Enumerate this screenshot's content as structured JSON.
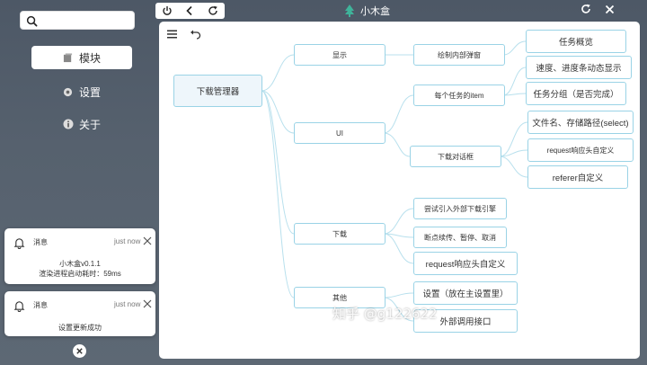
{
  "sidebar": {
    "search": {
      "value": "",
      "placeholder": ""
    },
    "items": [
      {
        "label": "模块",
        "icon": "cube-icon",
        "active": true
      },
      {
        "label": "设置",
        "icon": "gear-icon",
        "active": false
      },
      {
        "label": "关于",
        "icon": "info-icon",
        "active": false
      }
    ]
  },
  "notifications": [
    {
      "title": "消息",
      "time": "just now",
      "lines": [
        "小木盒v0.1.1",
        "渲染进程启动耗时：59ms"
      ]
    },
    {
      "title": "消息",
      "time": "just now",
      "lines": [
        "设置更新成功"
      ]
    }
  ],
  "window": {
    "title": "小木盒",
    "title_icon": "tree-icon",
    "left_buttons": [
      "power-icon",
      "back-icon",
      "refresh-icon"
    ],
    "right_buttons": [
      "reload-icon",
      "close-icon"
    ]
  },
  "toolbar": {
    "icons": [
      "menu-icon",
      "undo-icon"
    ]
  },
  "mindmap": {
    "root": "下载管理器",
    "branches": {
      "display": "显示",
      "ui": "UI",
      "download": "下载",
      "other": "其他"
    },
    "subs": {
      "draw_popup": "绘制内部弹窗",
      "each_item": "每个任务的item",
      "download_dialog": "下载对话框",
      "try_engine": "尝试引入外部下载引擎",
      "resume": "断点续传、暂停、取消",
      "request_header": "request响应头自定义",
      "settings_main": "设置（放在主设置里）",
      "external_api": "外部调用接口"
    },
    "leaves": {
      "task_overview": "任务概览",
      "speed_progress": "速度、进度条动态显示",
      "task_group": "任务分组（是否完成）",
      "filename_path": "文件名、存储路径(select)",
      "request_custom": "request响应头自定义",
      "referer_custom": "referer自定义"
    }
  },
  "watermark": "知乎 @g122622"
}
